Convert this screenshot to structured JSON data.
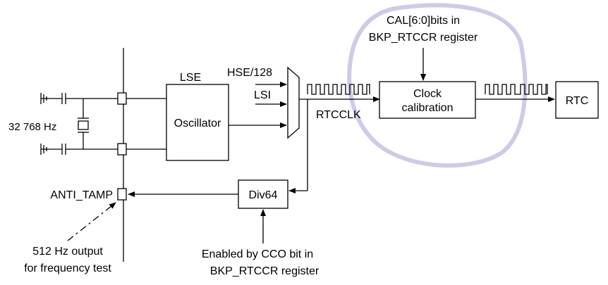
{
  "blocks": {
    "lse_title": "LSE",
    "oscillator": "Oscillator",
    "clock_calibration": [
      "Clock",
      "calibration"
    ],
    "rtc": "RTC",
    "div64": "Div64"
  },
  "labels": {
    "hse": "HSE/128",
    "lsi": "LSI",
    "rtcclk": "RTCCLK",
    "crystal": "32 768 Hz",
    "anti_tamp": "ANTI_TAMP",
    "output_note": [
      "512 Hz output",
      "for frequency test"
    ],
    "cal_note": [
      "CAL[6:0]bits in",
      "BKP_RTCCR register"
    ],
    "cco_note": [
      "Enabled by CCO bit in",
      "BKP_RTCCR register"
    ]
  },
  "colors": {
    "line": "#000000",
    "highlight": "#cdcbe8",
    "background": "#ffffff"
  }
}
